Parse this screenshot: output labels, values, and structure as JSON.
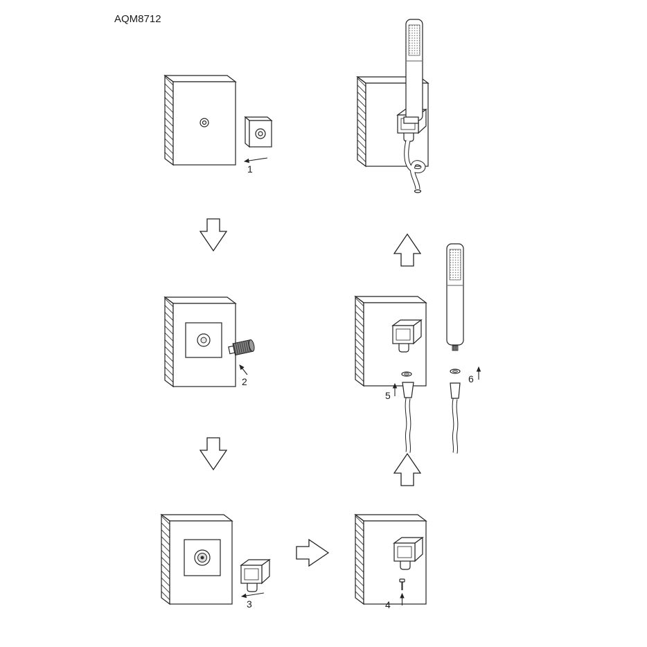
{
  "title": "AQM8712",
  "colors": {
    "line": "#222222",
    "background": "#ffffff"
  },
  "steps": [
    {
      "label": "1",
      "part": "escutcheon-plate"
    },
    {
      "label": "2",
      "part": "threaded-adapter"
    },
    {
      "label": "3",
      "part": "wall-bracket"
    },
    {
      "label": "4",
      "part": "set-screw"
    },
    {
      "label": "5",
      "part": "shower-hose"
    },
    {
      "label": "6",
      "part": "hand-shower"
    }
  ]
}
